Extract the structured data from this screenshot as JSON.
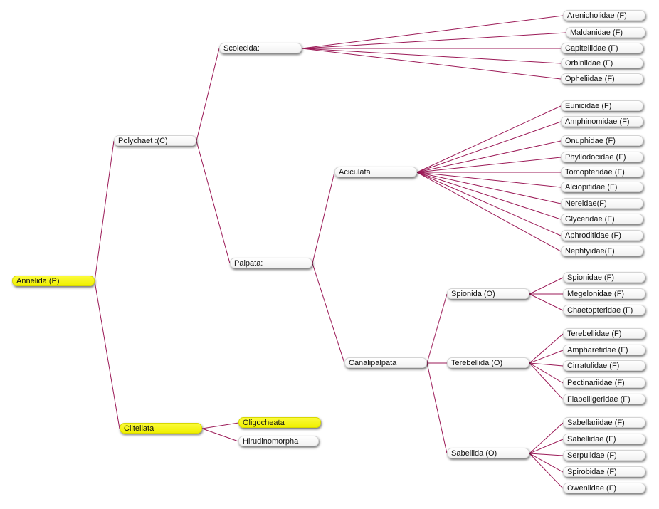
{
  "root": {
    "label": "Annelida (P)",
    "highlighted": true
  },
  "polychaeta": {
    "label": "Polychaet :(C)"
  },
  "clitellata": {
    "label": "Clitellata",
    "highlighted": true
  },
  "scolecida": {
    "label": "Scolecida:",
    "families": [
      "Arenicholidae (F)",
      "Maldanidae (F)",
      "Capitellidae (F)",
      "Orbiniidae (F)",
      "Opheliidae (F)"
    ]
  },
  "palpata": {
    "label": "Palpata:"
  },
  "aciculata": {
    "label": "Aciculata",
    "families": [
      "Eunicidae (F)",
      "Amphinomidae (F)",
      "Onuphidae (F)",
      "Phyllodocidae (F)",
      "Tomopteridae (F)",
      "Alciopitidae (F)",
      "Nereidae(F)",
      "Glyceridae (F)",
      "Aphroditidae (F)",
      "Nephtyidae(F)"
    ]
  },
  "canalipalpata": {
    "label": "Canalipalpata"
  },
  "spionida": {
    "label": "Spionida (O)",
    "families": [
      "Spionidae (F)",
      "Megelonidae (F)",
      "Chaetopteridae (F)"
    ]
  },
  "terebellida": {
    "label": "Terebellida (O)",
    "families": [
      "Terebellidae (F)",
      "Ampharetidae (F)",
      "Cirratulidae (F)",
      "Pectinariidae (F)",
      "Flabelligeridae (F)"
    ]
  },
  "sabellida": {
    "label": "Sabellida (O)",
    "families": [
      "Sabellariidae (F)",
      "Sabellidae (F)",
      "Serpulidae (F)",
      "Spirobidae (F)",
      "Oweniidae (F)"
    ]
  },
  "oligocheata": {
    "label": "Oligocheata",
    "highlighted": true
  },
  "hirudinomorpha": {
    "label": "Hirudinomorpha"
  },
  "colors": {
    "edge": "#9b1a57",
    "highlight": "#f7f700"
  }
}
